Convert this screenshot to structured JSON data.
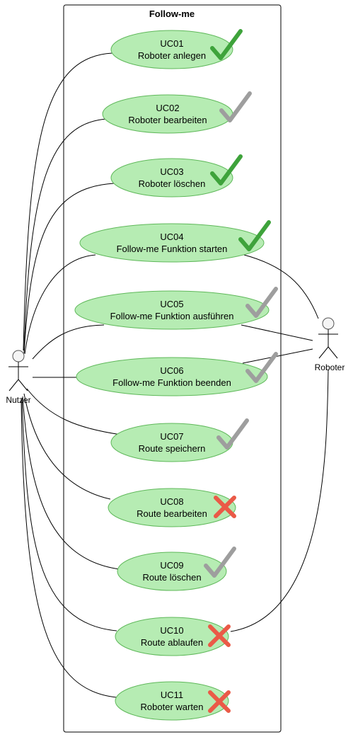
{
  "system": {
    "title": "Follow-me"
  },
  "actors": {
    "user": {
      "label": "Nutzer"
    },
    "robot": {
      "label": "Roboter"
    }
  },
  "colors": {
    "ellipse_fill": "#b6ecb3",
    "ellipse_stroke": "#5fb85a",
    "status_done": "#3ea33b",
    "status_partial": "#9e9e9e",
    "status_open": "#ea5a47"
  },
  "use_cases": [
    {
      "id": "UC01",
      "label": "Roboter anlegen",
      "status": "done",
      "icon": "checkmark-icon",
      "robot_link": false
    },
    {
      "id": "UC02",
      "label": "Roboter bearbeiten",
      "status": "partial",
      "icon": "checkmark-icon",
      "robot_link": false
    },
    {
      "id": "UC03",
      "label": "Roboter löschen",
      "status": "done",
      "icon": "checkmark-icon",
      "robot_link": false
    },
    {
      "id": "UC04",
      "label": "Follow-me Funktion starten",
      "status": "done",
      "icon": "checkmark-icon",
      "robot_link": true
    },
    {
      "id": "UC05",
      "label": "Follow-me Funktion ausführen",
      "status": "partial",
      "icon": "checkmark-icon",
      "robot_link": true
    },
    {
      "id": "UC06",
      "label": "Follow-me Funktion beenden",
      "status": "partial",
      "icon": "checkmark-icon",
      "robot_link": true
    },
    {
      "id": "UC07",
      "label": "Route speichern",
      "status": "partial",
      "icon": "checkmark-icon",
      "robot_link": false
    },
    {
      "id": "UC08",
      "label": "Route bearbeiten",
      "status": "open",
      "icon": "cross-icon",
      "robot_link": false
    },
    {
      "id": "UC09",
      "label": "Route löschen",
      "status": "partial",
      "icon": "checkmark-icon",
      "robot_link": false
    },
    {
      "id": "UC10",
      "label": "Route ablaufen",
      "status": "open",
      "icon": "cross-icon",
      "robot_link": true
    },
    {
      "id": "UC11",
      "label": "Roboter warten",
      "status": "open",
      "icon": "cross-icon",
      "robot_link": false
    }
  ]
}
